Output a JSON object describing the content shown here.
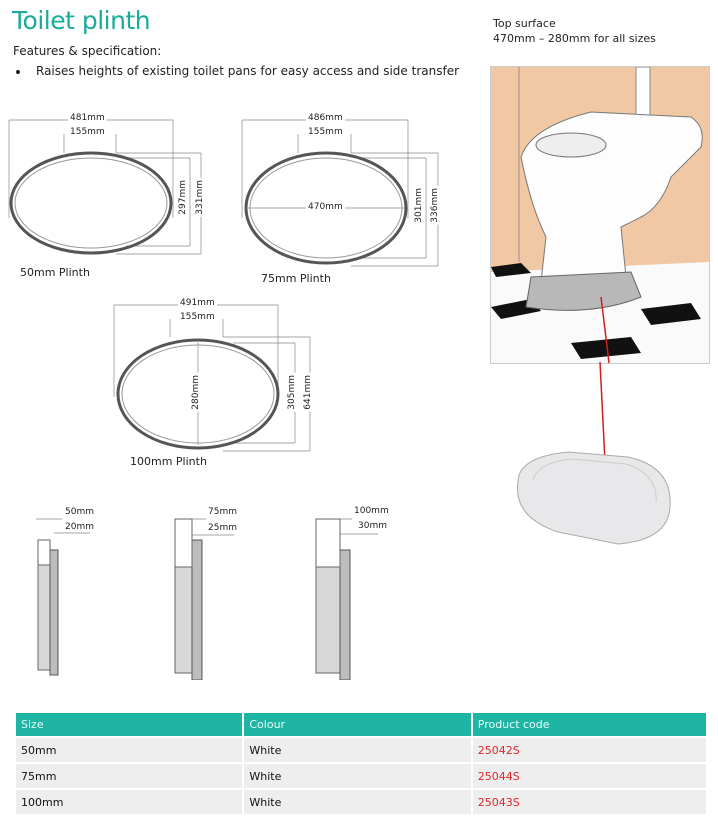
{
  "header": {
    "title": "Toilet plinth",
    "subtitle": "Features & specification:",
    "bullets": [
      "Raises heights of existing toilet pans for easy access and side transfer"
    ]
  },
  "top_surface": {
    "line1": "Top surface",
    "line2": "470mm – 280mm for all sizes"
  },
  "plan_views": [
    {
      "label": "50mm Plinth",
      "width": "481mm",
      "centre": "155mm",
      "inner_h": "297mm",
      "outer_h": "331mm",
      "inner_dim": ""
    },
    {
      "label": "75mm Plinth",
      "width": "486mm",
      "centre": "155mm",
      "inner_h": "301mm",
      "outer_h": "336mm",
      "inner_dim": "470mm"
    },
    {
      "label": "100mm Plinth",
      "width": "491mm",
      "centre": "155mm",
      "inner_h": "305mm",
      "outer_h": "641mm",
      "inner_dim": "280mm"
    }
  ],
  "side_views": [
    {
      "height": "50mm",
      "step": "20mm"
    },
    {
      "height": "75mm",
      "step": "25mm"
    },
    {
      "height": "100mm",
      "step": "30mm"
    }
  ],
  "colors": {
    "accent": "#1aab9b",
    "table_header": "#1fb5a5",
    "product_code": "#e0262a",
    "wall": "#f0c9a4"
  },
  "table": {
    "headers": [
      "Size",
      "Colour",
      "Product code"
    ],
    "rows": [
      [
        "50mm",
        "White",
        "25042S"
      ],
      [
        "75mm",
        "White",
        "25044S"
      ],
      [
        "100mm",
        "White",
        "25043S"
      ]
    ]
  }
}
